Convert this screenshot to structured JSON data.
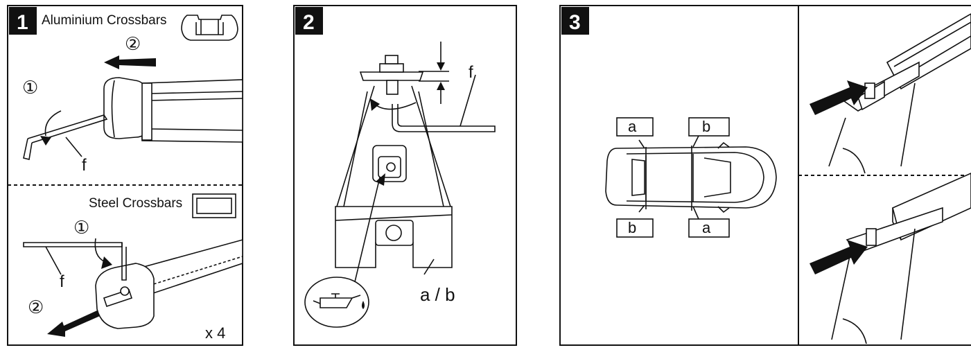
{
  "panel1": {
    "step": "1",
    "title": "Aluminium Crossbars",
    "circle_1_top": "①",
    "circle_2_top": "②",
    "label_f_top": "f",
    "steel_label": "Steel Crossbars",
    "circle_1_bottom": "①",
    "circle_2_bottom": "②",
    "label_f_bottom": "f",
    "count": "x 4"
  },
  "panel2": {
    "step": "2",
    "label_f": "f",
    "label_ab": "a / b"
  },
  "panel3": {
    "step": "3",
    "label_a_top": "a",
    "label_b_top": "b",
    "label_b_bottom": "b",
    "label_a_bottom": "a"
  },
  "colors": {
    "ink": "#111111",
    "paper": "#ffffff"
  }
}
